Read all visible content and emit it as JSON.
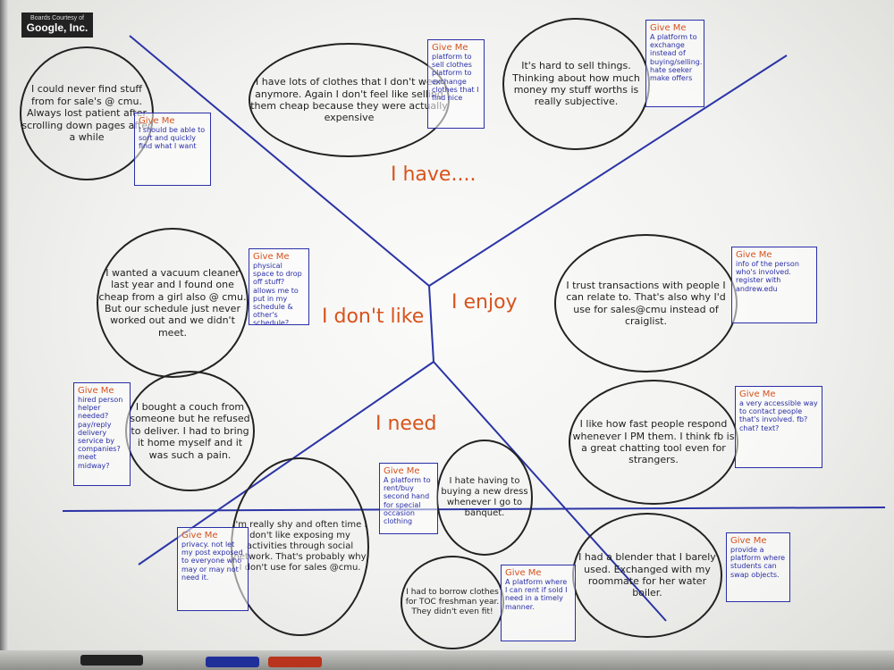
{
  "sticker": {
    "line1": "Boards Courtesy of",
    "line2": "Google, Inc."
  },
  "axis_labels": {
    "have": "I have....",
    "dont_like": "I don't like",
    "enjoy": "I enjoy",
    "need": "I need"
  },
  "give_me_label": "Give Me",
  "notes": [
    {
      "text": "I could never find stuff from for sale's @ cmu. Always lost patient after scrolling down pages after a while"
    },
    {
      "text": "I have lots of clothes that I don't wear anymore. Again I don't feel like selling them cheap because they were actually expensive"
    },
    {
      "text": "It's hard to sell things. Thinking about how much money my stuff worths is really subjective."
    },
    {
      "text": "I wanted a vacuum cleaner last year and I found one cheap from a girl also @ cmu. But our schedule just never worked out and we didn't meet."
    },
    {
      "text": "I trust transactions with people I can relate to. That's also why I'd use for sales@cmu instead of craiglist."
    },
    {
      "text": "I bought a couch from someone but he refused to deliver. I had to bring it home myself and it was such a pain."
    },
    {
      "text": "I like how fast people respond whenever I PM them. I think fb is a great chatting tool even for strangers."
    },
    {
      "text": "I'm really shy and often time I don't like exposing my activities through social network. That's probably why I don't use for sales @cmu."
    },
    {
      "text": "I hate having to buying a new dress whenever I go to banquet."
    },
    {
      "text": "I had a blender that I barely used. Exchanged with my roommate for her water boiler."
    },
    {
      "text": "I had to borrow clothes for TOC freshman year. They didn't even fit!"
    }
  ],
  "cards": [
    {
      "text": "I should be able to sort and quickly find what I want"
    },
    {
      "text": "platform to sell clothes platform to exchange clothes that I find nice"
    },
    {
      "text": "A platform to exchange instead of buying/selling. hate seeker make offers"
    },
    {
      "text": "physical space to drop off stuff? allows me to put in my schedule & other's schedule?"
    },
    {
      "text": "info of the person who's involved. register with andrew.edu"
    },
    {
      "text": "hired person helper needed? pay/reply delivery service by companies? meet midway?"
    },
    {
      "text": "a very accessible way to contact people that's involved. fb? chat? text?"
    },
    {
      "text": "A platform to rent/buy second hand for special occasion clothing"
    },
    {
      "text": "privacy. not let my post exposed to everyone who may or may not need it."
    },
    {
      "text": "provide a platform where students can swap objects."
    },
    {
      "text": "A platform where I can rent if sold I need in a timely manner."
    }
  ],
  "colors": {
    "ink": "#1f1f1f",
    "card_blue": "#2a2fa8",
    "axis_orange": "#d8531b"
  }
}
